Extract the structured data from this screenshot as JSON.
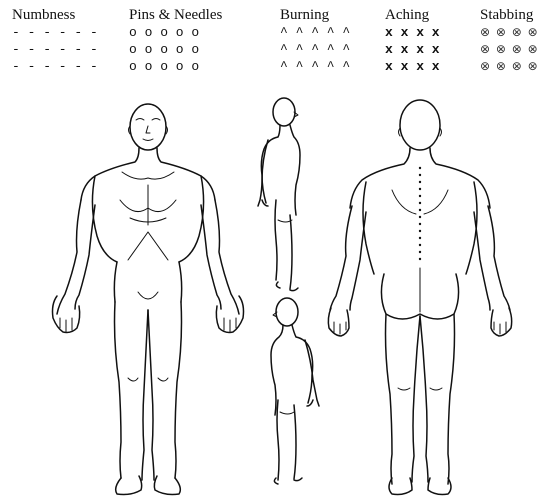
{
  "legend": [
    {
      "label": "Numbness",
      "symbol": "- - - - - -",
      "kind": "numb"
    },
    {
      "label": "Pins & Needles",
      "symbol": "o o o o o",
      "kind": "pins"
    },
    {
      "label": "Burning",
      "symbol": "^ ^ ^ ^ ^",
      "kind": "burn"
    },
    {
      "label": "Aching",
      "symbol": "x x x x",
      "kind": "ache"
    },
    {
      "label": "Stabbing",
      "symbol": "⊗ ⊗ ⊗ ⊗",
      "kind": "stab"
    }
  ],
  "figures": {
    "front": "body-front-view",
    "side_upper": "body-right-side-view",
    "side_lower": "body-left-side-view",
    "back": "body-back-view"
  }
}
